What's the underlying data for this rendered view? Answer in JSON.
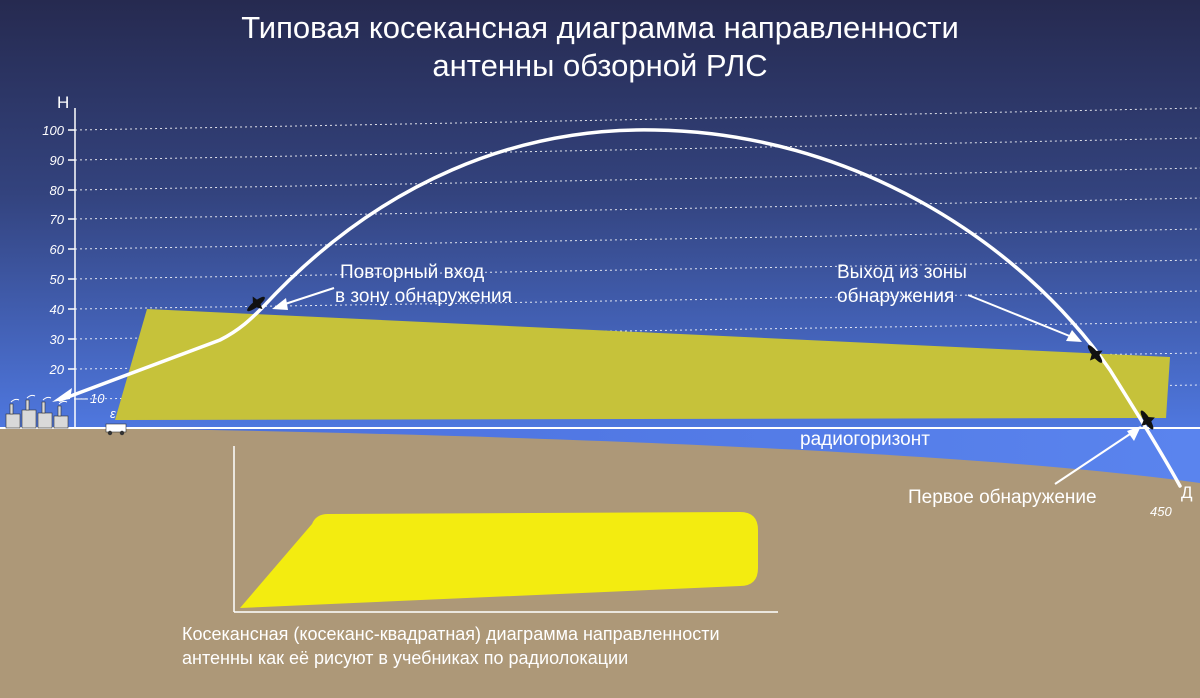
{
  "title": {
    "line1": "Типовая косекансная диаграмма направленности",
    "line2": "антенны обзорной РЛС"
  },
  "axis": {
    "y_label": "Н",
    "x_label": "Д",
    "y_ticks": [
      "100",
      "90",
      "80",
      "70",
      "60",
      "50",
      "40",
      "30",
      "20"
    ],
    "y_tick_low": "10",
    "x_tick_far": "450"
  },
  "labels": {
    "reentry_line1": "Повторный вход",
    "reentry_line2": "в зону обнаружения",
    "exit_line1": "Выход из зоны",
    "exit_line2": "обнаружения",
    "horizon": "радиогоризонт",
    "first_detection": "Первое обнаружение",
    "radar_marker": "ε"
  },
  "caption": {
    "line1": "Косекансная (косеканс-квадратная) диаграмма направленности",
    "line2": "антенны как её рисуют в учебниках по радиолокации"
  },
  "colors": {
    "sky_top": "#272b52",
    "sky_bottom": "#4a6fd8",
    "ground": "#ad9878",
    "beam_zone": "#c6c23a",
    "textbook_pattern": "#f3ec10",
    "trajectory": "#ffffff"
  }
}
